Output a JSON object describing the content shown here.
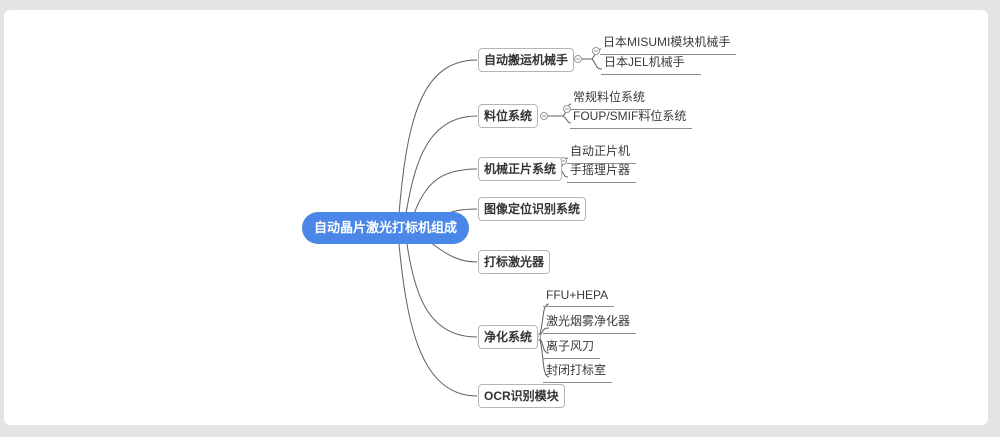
{
  "colors": {
    "root_bg": "#4a87e8",
    "root_text": "#ffffff",
    "node_border": "#b5b5b5",
    "node_text": "#333333",
    "connector": "#5f5f5f",
    "leaf_underline": "#8c8c8c",
    "expander_border": "#999999",
    "canvas_bg": "#ffffff",
    "page_bg": "#e4e4e4"
  },
  "icons": {
    "expander": "minus-circle-icon"
  },
  "root": {
    "label": "自动晶片激光打标机组成"
  },
  "branches": [
    {
      "label": "自动搬运机械手",
      "children": [
        "日本MISUMI模块机械手",
        "日本JEL机械手"
      ]
    },
    {
      "label": "料位系统",
      "children": [
        "常规料位系统",
        "FOUP/SMIF料位系统"
      ]
    },
    {
      "label": "机械正片系统",
      "children": [
        "自动正片机",
        "手摇理片器"
      ]
    },
    {
      "label": "图像定位识别系统",
      "children": []
    },
    {
      "label": "打标激光器",
      "children": []
    },
    {
      "label": "净化系统",
      "children": [
        "FFU+HEPA",
        "激光烟雾净化器",
        "离子风刀",
        "封闭打标室"
      ]
    },
    {
      "label": "OCR识别模块",
      "children": []
    }
  ]
}
